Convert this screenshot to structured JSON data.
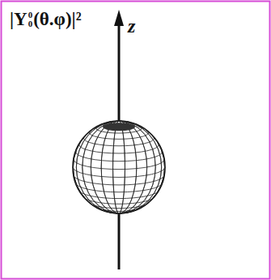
{
  "diagram": {
    "labels": [
      "|Y",
      "0",
      "0",
      "(θ.φ)|²",
      "z"
    ]
  }
}
